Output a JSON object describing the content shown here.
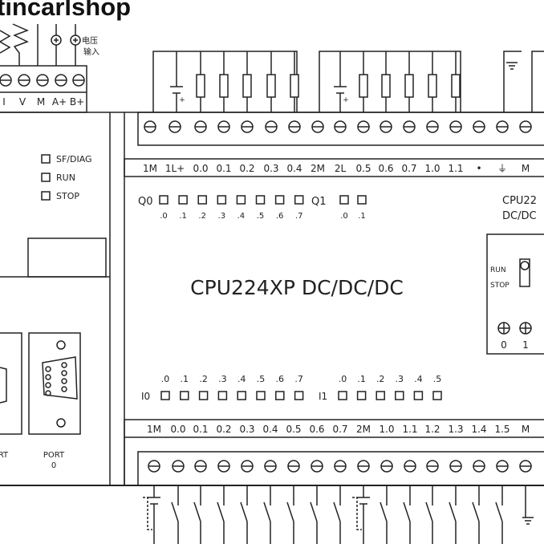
{
  "watermark": "tincarlshop",
  "analog_block": {
    "labels": [
      "I",
      "V",
      "M",
      "A+",
      "B+"
    ],
    "voltage_input_label_line1": "电压",
    "voltage_input_label_line2": "输入"
  },
  "status_leds": [
    "SF/DIAG",
    "RUN",
    "STOP"
  ],
  "model_label": "CPU224XP DC/DC/DC",
  "model_short_line1": "CPU22",
  "model_short_line2": "DC/DC",
  "mode_switch": {
    "run": "RUN",
    "stop": "STOP",
    "pots": [
      "0",
      "1"
    ]
  },
  "output_terminals": [
    "1M",
    "1L+",
    "0.0",
    "0.1",
    "0.2",
    "0.3",
    "0.4",
    "2M",
    "2L",
    "0.5",
    "0.6",
    "0.7",
    "1.0",
    "1.1",
    "•",
    "⏚",
    "M"
  ],
  "output_leds": {
    "q0_label": "Q0",
    "q0_bits": [
      ".0",
      ".1",
      ".2",
      ".3",
      ".4",
      ".5",
      ".6",
      ".7"
    ],
    "q1_label": "Q1",
    "q1_bits": [
      ".0",
      ".1"
    ]
  },
  "input_leds": {
    "i0_label": "I0",
    "i0_bits": [
      ".0",
      ".1",
      ".2",
      ".3",
      ".4",
      ".5",
      ".6",
      ".7"
    ],
    "i1_label": "I1",
    "i1_bits": [
      ".0",
      ".1",
      ".2",
      ".3",
      ".4",
      ".5"
    ]
  },
  "input_terminals": [
    "1M",
    "0.0",
    "0.1",
    "0.2",
    "0.3",
    "0.4",
    "0.5",
    "0.6",
    "0.7",
    "2M",
    "1.0",
    "1.1",
    "1.2",
    "1.3",
    "1.4",
    "1.5",
    "M"
  ],
  "ports": {
    "port0_line1": "PORT",
    "port0_line2": "0",
    "port1_partial": "RT"
  }
}
